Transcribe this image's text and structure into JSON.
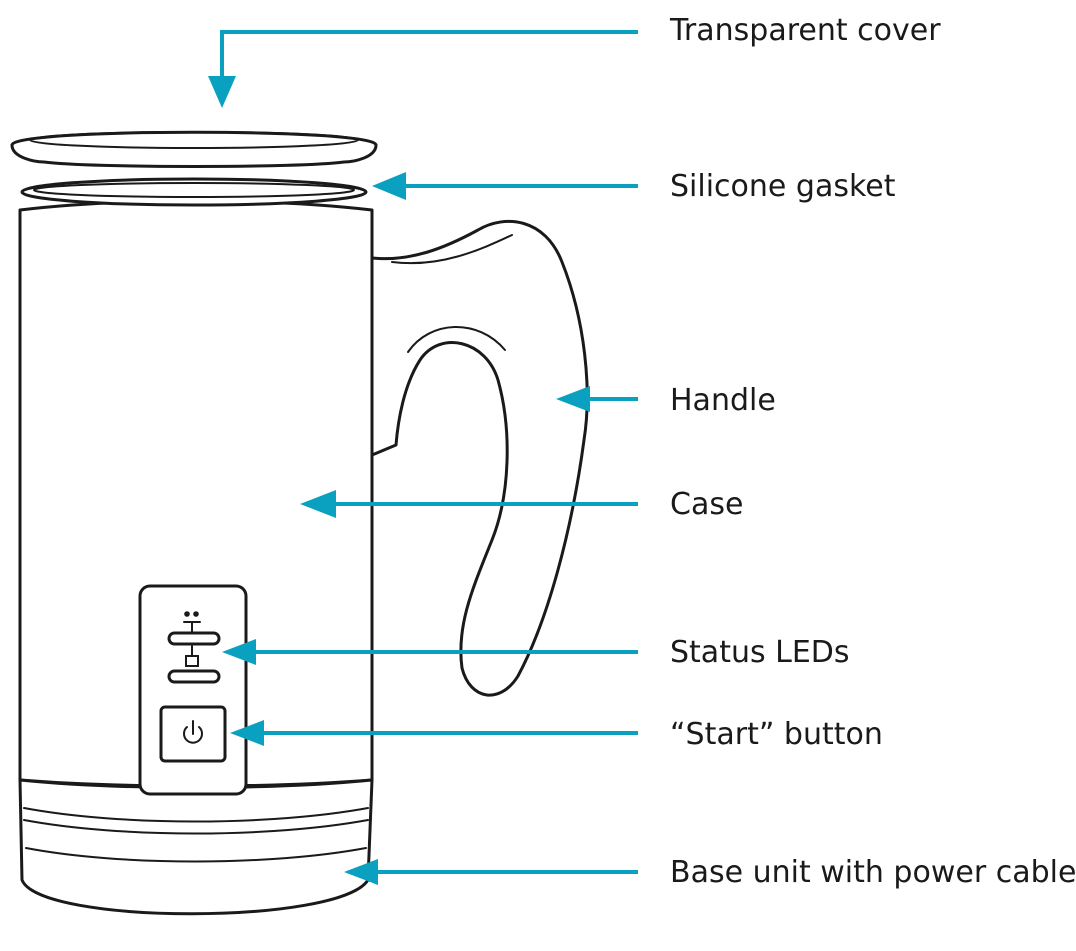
{
  "accent_color": "#0aa0bf",
  "callouts": {
    "cover": "Transparent cover",
    "gasket": "Silicone gasket",
    "handle": "Handle",
    "case": "Case",
    "leds": "Status LEDs",
    "start": "“Start” button",
    "base": "Base unit with power cable"
  }
}
